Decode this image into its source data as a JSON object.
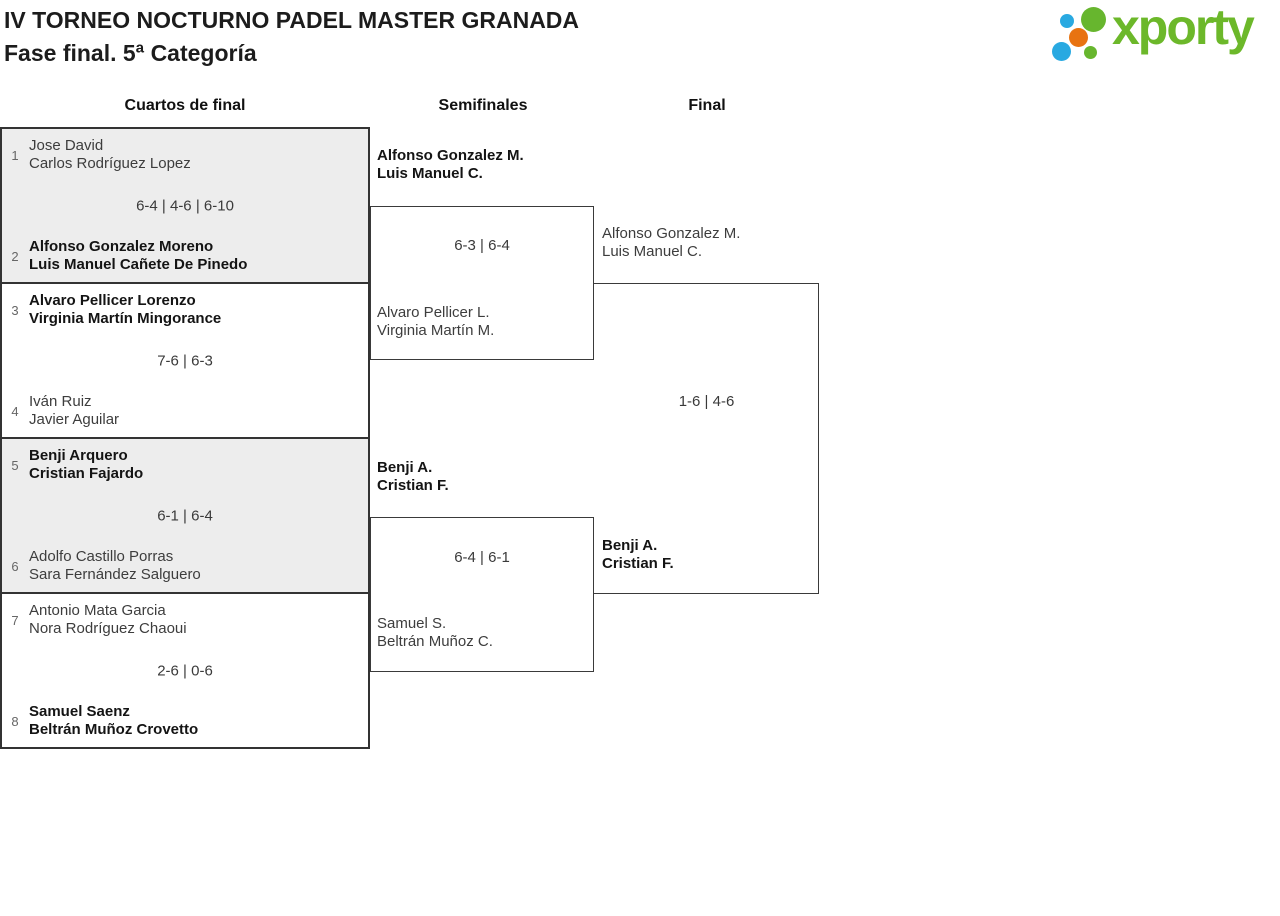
{
  "header": {
    "title_line1": "IV TORNEO NOCTURNO PADEL MASTER GRANADA",
    "title_line2": "Fase final. 5ª Categoría",
    "logo_text": "xporty"
  },
  "columns": [
    "Cuartos de final",
    "Semifinales",
    "Final"
  ],
  "colors": {
    "background": "#ffffff",
    "match_alt_background": "#ededed",
    "border": "#333333",
    "connector_line": "#3a3a3a",
    "text_normal": "#3d3d3d",
    "text_winner": "#141414",
    "seed_number": "#666666",
    "logo_green": "#6cb82a",
    "logo_blue": "#29a9e1",
    "logo_orange": "#e87311"
  },
  "bracket": {
    "quarterfinals": [
      {
        "teams": [
          {
            "seed": "1",
            "players": [
              "Jose David",
              "Carlos Rodríguez Lopez"
            ],
            "winner": false
          },
          {
            "seed": "2",
            "players": [
              "Alfonso Gonzalez Moreno",
              "Luis Manuel Cañete De Pinedo"
            ],
            "winner": true
          }
        ],
        "score": "6-4 | 4-6 | 6-10"
      },
      {
        "teams": [
          {
            "seed": "3",
            "players": [
              "Alvaro Pellicer Lorenzo",
              "Virginia Martín Mingorance"
            ],
            "winner": true
          },
          {
            "seed": "4",
            "players": [
              "Iván Ruiz",
              "Javier Aguilar"
            ],
            "winner": false
          }
        ],
        "score": "7-6 | 6-3"
      },
      {
        "teams": [
          {
            "seed": "5",
            "players": [
              "Benji Arquero",
              "Cristian Fajardo"
            ],
            "winner": true
          },
          {
            "seed": "6",
            "players": [
              "Adolfo Castillo Porras",
              "Sara Fernández Salguero"
            ],
            "winner": false
          }
        ],
        "score": "6-1 | 6-4"
      },
      {
        "teams": [
          {
            "seed": "7",
            "players": [
              "Antonio Mata Garcia",
              "Nora Rodríguez Chaoui"
            ],
            "winner": false
          },
          {
            "seed": "8",
            "players": [
              "Samuel Saenz",
              "Beltrán Muñoz Crovetto"
            ],
            "winner": true
          }
        ],
        "score": "2-6 | 0-6"
      }
    ],
    "semifinals": [
      {
        "teams": [
          {
            "players": [
              "Alfonso Gonzalez M.",
              "Luis Manuel C."
            ],
            "winner": true
          },
          {
            "players": [
              "Alvaro Pellicer L.",
              "Virginia Martín M."
            ],
            "winner": false
          }
        ],
        "score": "6-3 | 6-4"
      },
      {
        "teams": [
          {
            "players": [
              "Benji A.",
              "Cristian F."
            ],
            "winner": true
          },
          {
            "players": [
              "Samuel S.",
              "Beltrán Muñoz C."
            ],
            "winner": false
          }
        ],
        "score": "6-4 | 6-1"
      }
    ],
    "final": {
      "teams": [
        {
          "players": [
            "Alfonso Gonzalez M.",
            "Luis Manuel C."
          ],
          "winner": false
        },
        {
          "players": [
            "Benji A.",
            "Cristian F."
          ],
          "winner": true
        }
      ],
      "score": "1-6 | 4-6"
    }
  }
}
